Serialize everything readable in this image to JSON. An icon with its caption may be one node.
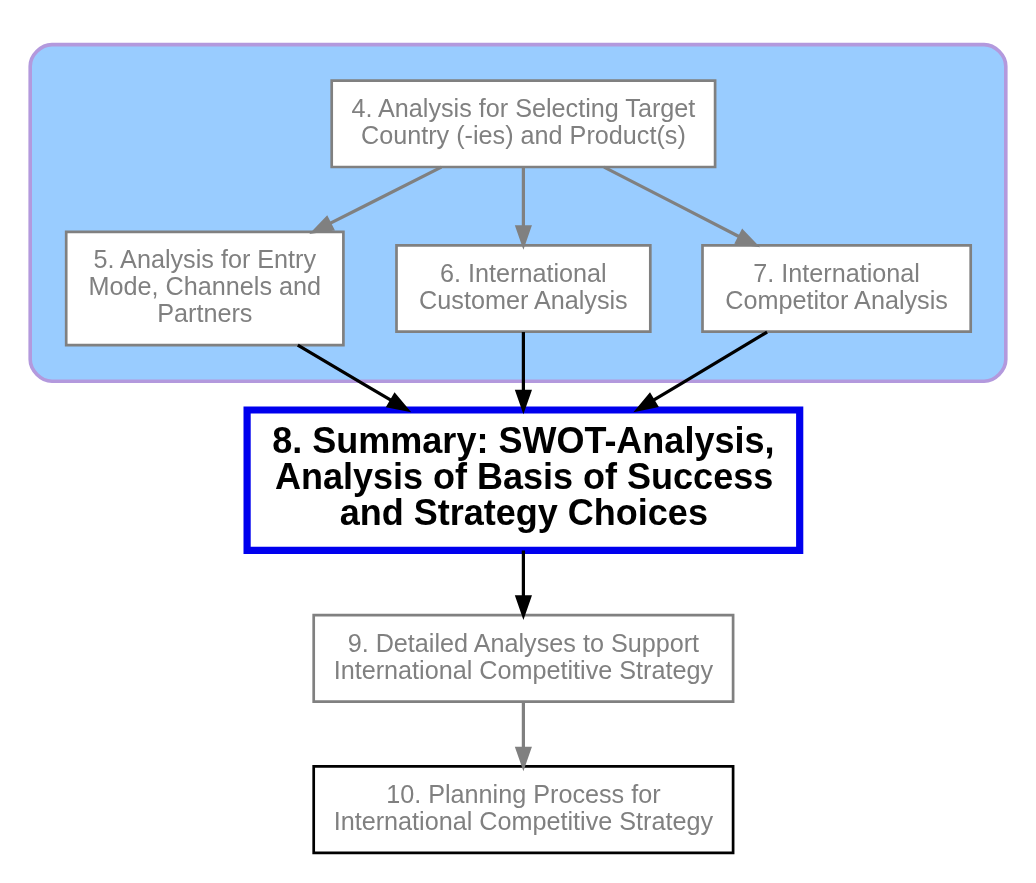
{
  "diagram": {
    "nodes": [
      {
        "text": [],
        "shape": "ellipse"
      },
      {
        "text": [
          "4. Analysis for Selecting Target Country (-ies) and Product(s)"
        ],
        "in": 0
      },
      {
        "text": [
          "5. Analysis for Entry Mode, Channels and Partners"
        ],
        "in": 0
      },
      {
        "text": [
          "6. International Customer Analysis"
        ],
        "in": 0
      },
      {
        "text": [
          "7. International Competitor Analysis"
        ],
        "in": 0
      },
      {
        "text": [
          "8. Summary: SWOT-Analysis, Analysis of Basis of Success and Strategy Choices"
        ]
      },
      {
        "text": [
          "9. Detailed Analyses to Support International Competitive Strategy"
        ]
      },
      {
        "text": [
          "10. Planning Process for International Competitive Strategy"
        ]
      }
    ],
    "edges": [
      {
        "from": 1,
        "to": 2,
        "arrow": "to",
        "color": "#808080"
      },
      {
        "from": 1,
        "to": 3,
        "arrow": "to",
        "color": "#808080"
      },
      {
        "from": 1,
        "to": 4,
        "arrow": "to",
        "color": "#808080"
      },
      {
        "from": 2,
        "to": 5,
        "arrow": "to",
        "color": "#000000"
      },
      {
        "from": 3,
        "to": 5,
        "arrow": "to",
        "color": "#000000"
      },
      {
        "from": 4,
        "to": 5,
        "arrow": "to",
        "color": "#000000"
      },
      {
        "from": 5,
        "to": 6,
        "arrow": "to",
        "color": "#000000"
      },
      {
        "from": 6,
        "to": 7,
        "arrow": "to",
        "color": "#808080"
      }
    ]
  }
}
